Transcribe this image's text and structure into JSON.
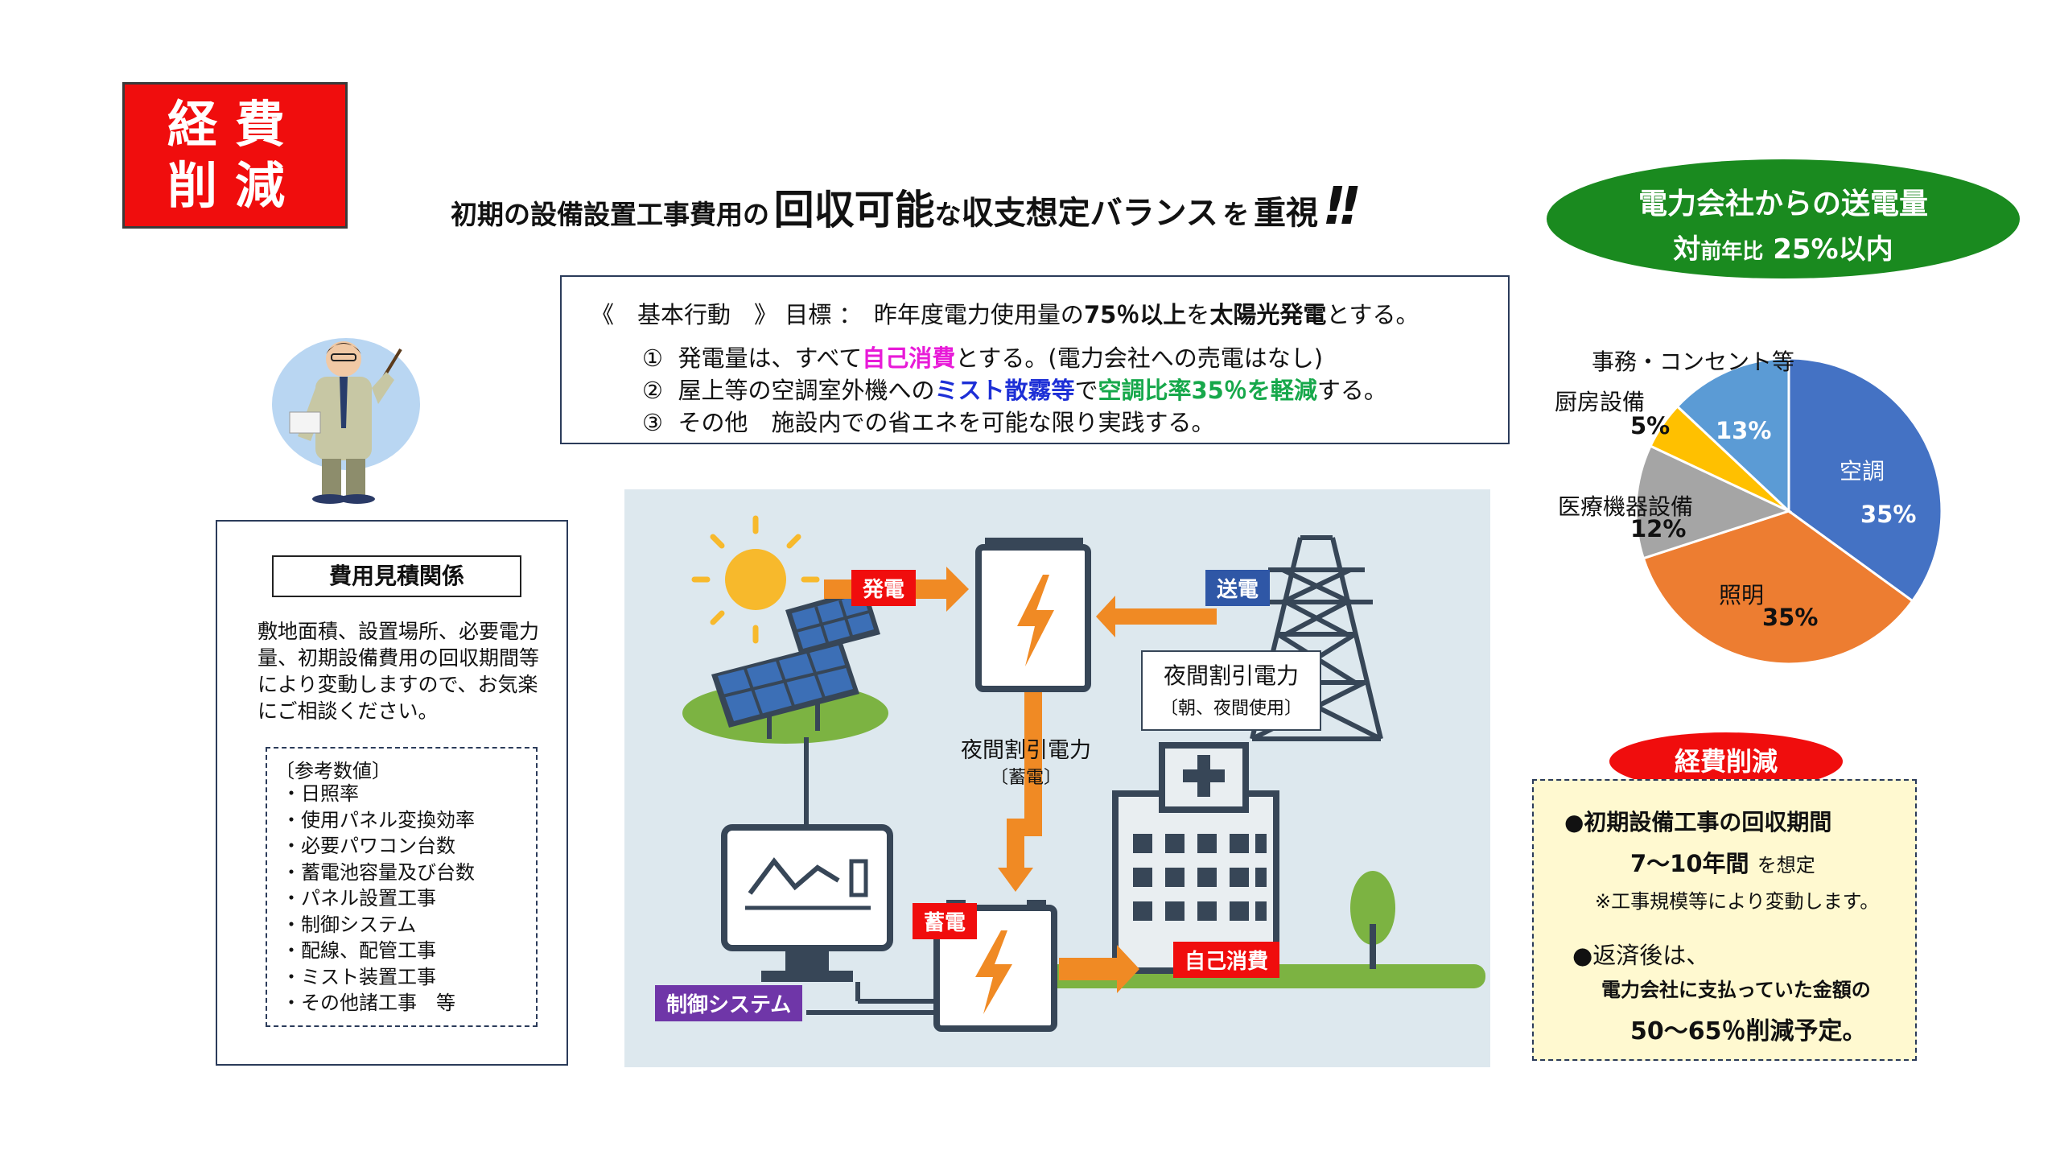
{
  "badge": {
    "line1": "経費",
    "line2": "削減"
  },
  "headline": {
    "part1": "初期の設備設置工事費用の",
    "part2": "回収可能",
    "part3": "な",
    "part4": "収支想定バランス",
    "part5": "を",
    "part6": "重視",
    "part7": "!!"
  },
  "power_oval": {
    "line1": "電力会社からの送電量",
    "prefix": "対",
    "small": "前年比",
    "value": "25%以内"
  },
  "action_box": {
    "l1_a": "《　基本行動　》 目標 ：　昨年度電力使用量の",
    "l1_b": "75％以上",
    "l1_c": "を",
    "l1_d": "太陽光発電",
    "l1_e": "とする。",
    "l2_num": "①",
    "l2_a": "発電量は、すべて",
    "l2_b": "自己消費",
    "l2_c": "とする。(電力会社への売電はなし)",
    "l3_num": "②",
    "l3_a": "屋上等の空調室外機への",
    "l3_b": "ミスト散霧等",
    "l3_c": "で",
    "l3_d": "空調比率35％を軽減",
    "l3_e": "する。",
    "l4_num": "③",
    "l4_a": "その他　施設内での省エネを可能な限り実践する。"
  },
  "estimate": {
    "title": "費用見積関係",
    "body": "敷地面積、設置場所、必要電力量、初期設備費用の回収期間等により変動しますので、お気楽にご相談ください。",
    "ref_title": "〔参考数値〕",
    "ref_items": [
      "日照率",
      "使用パネル変換効率",
      "必要パワコン台数",
      "蓄電池容量及び台数",
      "パネル設置工事",
      "制御システム",
      "配線、配管工事",
      "ミスト装置工事",
      "その他諸工事　等"
    ]
  },
  "diagram": {
    "hatsuden": "発電",
    "soden": "送電",
    "night1": "夜間割引電力",
    "night1_sub": "〔朝、夜間使用〕",
    "night2": "夜間割引電力",
    "night2_sub": "〔蓄電〕",
    "chikuden": "蓄電",
    "jikoshohi": "自己消費",
    "control": "制御システム"
  },
  "chart_data": {
    "type": "pie",
    "title": "",
    "slices": [
      {
        "label": "空調",
        "value": 35,
        "display": "35%",
        "color": "#4472c4"
      },
      {
        "label": "照明",
        "value": 35,
        "display": "35%",
        "color": "#ed7d31"
      },
      {
        "label": "医療機器設備",
        "value": 12,
        "display": "12%",
        "color": "#a5a5a5"
      },
      {
        "label": "厨房設備",
        "value": 5,
        "display": "5%",
        "color": "#ffc000"
      },
      {
        "label": "事務・コンセント等",
        "value": 13,
        "display": "13%",
        "color": "#5b9bd5"
      }
    ]
  },
  "cost_cut": {
    "oval": "経費削減",
    "l1": "●初期設備工事の回収期間",
    "l2": "7～10年間",
    "l2b": "を想定",
    "l3": "※工事規模等により変動します。",
    "l4": "●返済後は、",
    "l5": "電力会社に支払っていた金額の",
    "l6": "50～65％削減予定。"
  }
}
